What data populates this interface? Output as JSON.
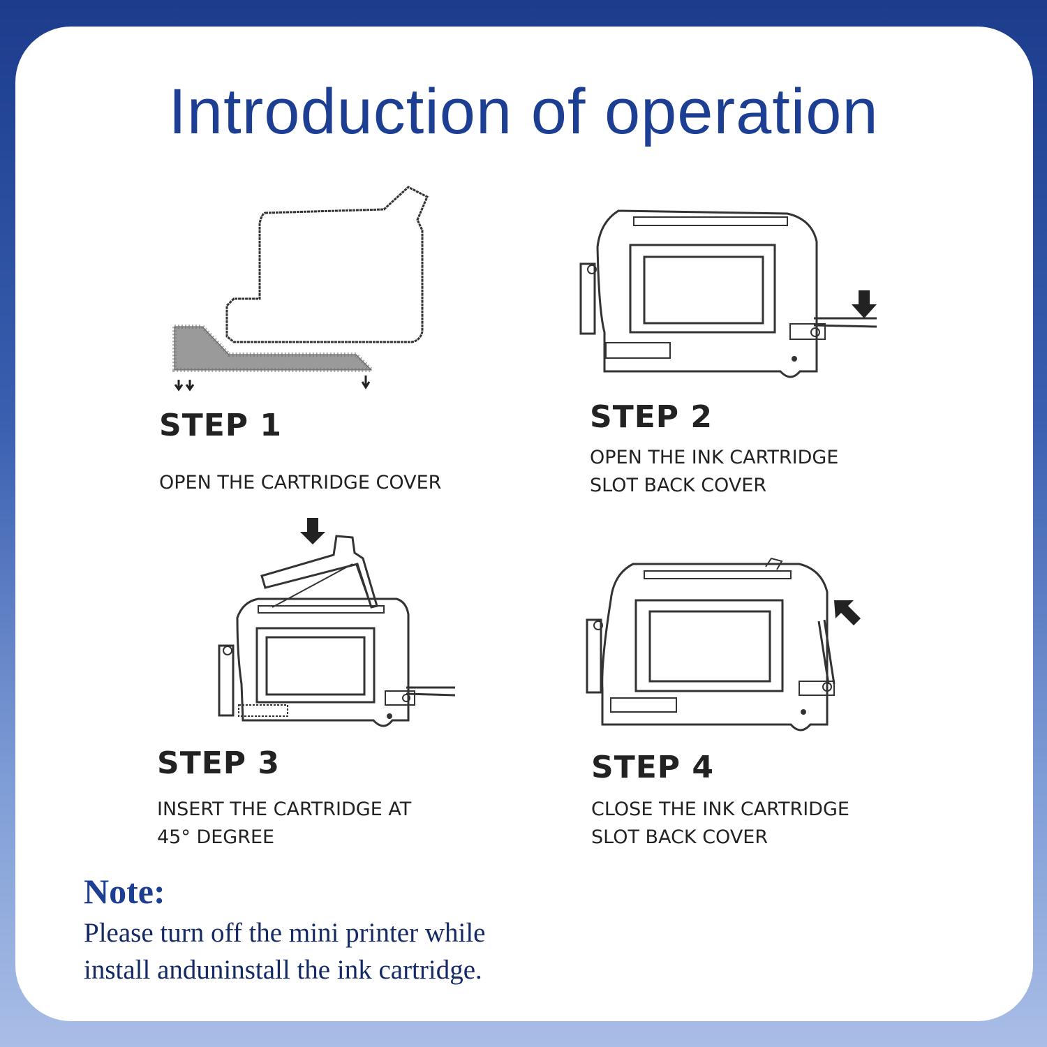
{
  "title": "Introduction of operation",
  "steps": [
    {
      "label": "STEP 1",
      "lines": [
        "OPEN THE CARTRIDGE COVER"
      ]
    },
    {
      "label": "STEP 2",
      "lines": [
        "OPEN THE INK CARTRIDGE",
        "SLOT BACK COVER"
      ]
    },
    {
      "label": "STEP 3",
      "lines": [
        "INSERT THE CARTRIDGE AT",
        "45° DEGREE"
      ]
    },
    {
      "label": "STEP 4",
      "lines": [
        "CLOSE THE INK CARTRIDGE",
        "SLOT BACK COVER"
      ]
    }
  ],
  "note": {
    "title": "Note:",
    "lines": [
      "Please turn off the mini printer while",
      "install anduninstall the ink cartridge."
    ]
  },
  "colors": {
    "title": "#1d3f93",
    "note_text": "#142a66",
    "background": "#3a5fb0"
  }
}
